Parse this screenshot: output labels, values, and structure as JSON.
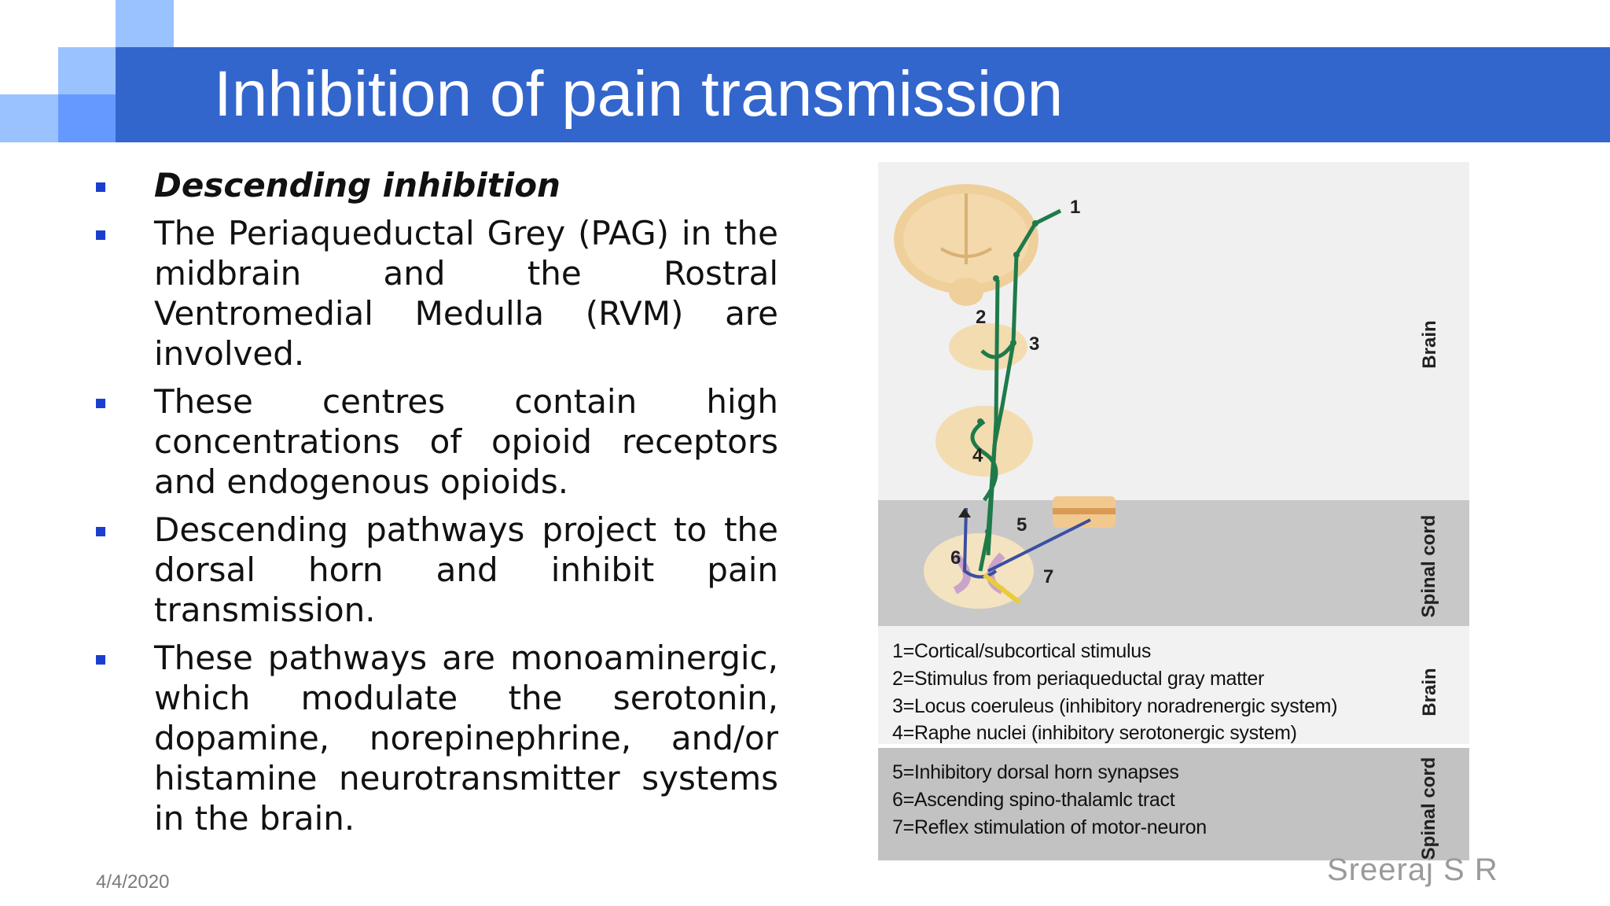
{
  "slide": {
    "title": "Inhibition of pain transmission",
    "date": "4/4/2020",
    "author": "Sreeraj S R",
    "accent_color": "#3366cc"
  },
  "bullets": [
    "Descending inhibition",
    "The Periaqueductal Grey (PAG) in the midbrain and the Rostral Ventromedial Medulla (RVM) are involved.",
    "These centres contain high concentrations of opioid receptors and endogenous opioids.",
    "Descending pathways project to the dorsal horn and inhibit pain transmission.",
    "These pathways are monoaminergic, which modulate the serotonin, dopamine, norepinephrine, and/or histamine neurotransmitter systems in the brain."
  ],
  "figure": {
    "side_labels": {
      "brain_top": "Brain",
      "spinal_top": "Spinal cord",
      "brain_legend": "Brain",
      "spinal_legend": "Spinal cord"
    },
    "numbers": [
      "1",
      "2",
      "3",
      "4",
      "5",
      "6",
      "7"
    ],
    "legend": [
      "1=Cortical/subcortical stimulus",
      "2=Stimulus from periaqueductal gray matter",
      "3=Locus coeruleus (inhibitory noradrenergic system)",
      "4=Raphe nuclei (inhibitory serotonergic system)",
      "5=Inhibitory dorsal horn synapses",
      "6=Ascending spino-thalamlc tract",
      "7=Reflex stimulation of motor-neuron"
    ]
  }
}
